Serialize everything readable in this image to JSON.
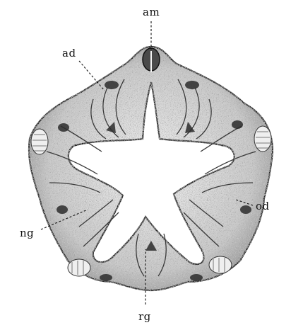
{
  "labels": {
    "am": "am",
    "ad": "ad",
    "od": "od",
    "ng": "ng",
    "rg": "rg"
  },
  "colors": {
    "ink": "#111111",
    "tissue_light": "#f2f2f2",
    "tissue_mid": "#9a9a9a",
    "tissue_dark": "#2b2b2b",
    "background": "#ffffff"
  }
}
